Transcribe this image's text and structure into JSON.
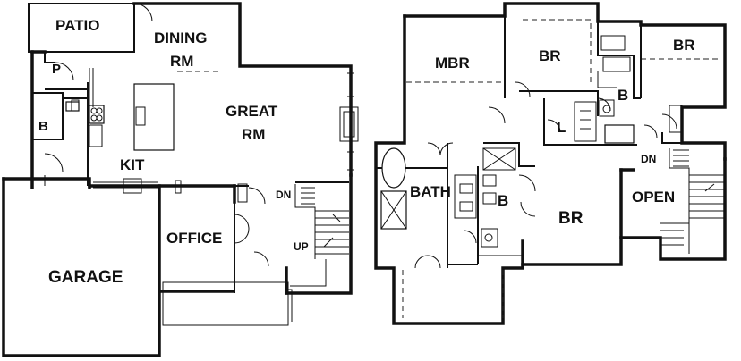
{
  "plan": {
    "lower_floor": {
      "rooms": [
        {
          "key": "patio",
          "label": "PATIO"
        },
        {
          "key": "dining",
          "label": "DINING",
          "label2": "RM"
        },
        {
          "key": "pantry",
          "label": "P"
        },
        {
          "key": "bath",
          "label": "B"
        },
        {
          "key": "great",
          "label": "GREAT",
          "label2": "RM"
        },
        {
          "key": "kit",
          "label": "KIT"
        },
        {
          "key": "office",
          "label": "OFFICE"
        },
        {
          "key": "garage",
          "label": "GARAGE"
        }
      ],
      "stair_dn": "DN",
      "stair_up": "UP"
    },
    "upper_floor": {
      "rooms": [
        {
          "key": "mbr",
          "label": "MBR"
        },
        {
          "key": "br1",
          "label": "BR"
        },
        {
          "key": "br2",
          "label": "BR"
        },
        {
          "key": "bath2",
          "label": "B"
        },
        {
          "key": "laundry",
          "label": "L"
        },
        {
          "key": "mbath",
          "label": "BATH"
        },
        {
          "key": "bath3",
          "label": "B"
        },
        {
          "key": "br3",
          "label": "BR"
        },
        {
          "key": "open",
          "label": "OPEN"
        }
      ],
      "stair_dn": "DN"
    }
  }
}
